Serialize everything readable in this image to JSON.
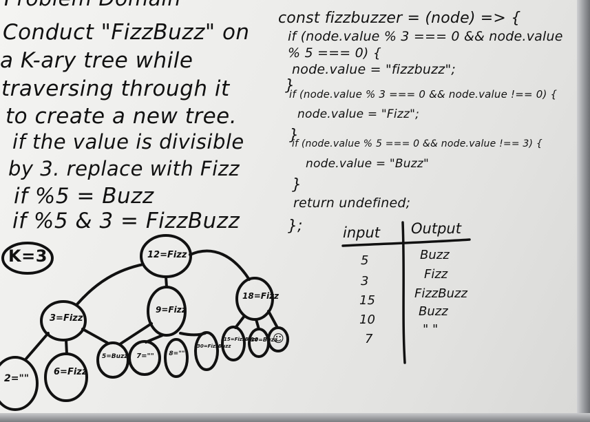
{
  "problem": {
    "title": "Problem Domain",
    "lines": [
      "Conduct \"FizzBuzz\" on",
      "a K-ary tree while",
      "traversing through it",
      "to create a new tree.",
      "if the value is divisible",
      "by 3. replace with Fizz",
      "if %5 = Buzz",
      "if %5 & 3 = FizzBuzz"
    ]
  },
  "tree": {
    "k_label": "K=3",
    "nodes": {
      "root": "12=Fizz",
      "n9": "9=Fizz",
      "n18": "18=Fizz",
      "n3": "3=Fizz",
      "n2": "2=\"\"",
      "n6": "6=Fizz",
      "c1": "5=Buzz",
      "c2": "7=\"\"",
      "c3": "8=\"\"",
      "c4": "30=FizzBuzz",
      "c5": "15=FizzBuzz",
      "c6": "10=Buzz",
      "c7": "☺"
    }
  },
  "code": {
    "lines": [
      "const fizzbuzzer = (node) => {",
      "if (node.value % 3 === 0 && node.value",
      "% 5 === 0) {",
      "node.value = \"fizzbuzz\";",
      "}",
      "if (node.value % 3 === 0 && node.value !== 0) {",
      "node.value = \"Fizz\";",
      "}",
      "if (node.value % 5 === 0 && node.value !== 3) {",
      "node.value = \"Buzz\"",
      "}",
      "return undefined;",
      "};"
    ]
  },
  "io_table": {
    "headers": [
      "input",
      "Output"
    ],
    "rows": [
      [
        "5",
        "Buzz"
      ],
      [
        "3",
        "Fizz"
      ],
      [
        "15",
        "FizzBuzz"
      ],
      [
        "10",
        "Buzz"
      ],
      [
        "7",
        "\" \""
      ]
    ]
  },
  "colors": {
    "board": "#f0f0ee",
    "ink": "#111111",
    "frame": "#9c9ea2"
  }
}
